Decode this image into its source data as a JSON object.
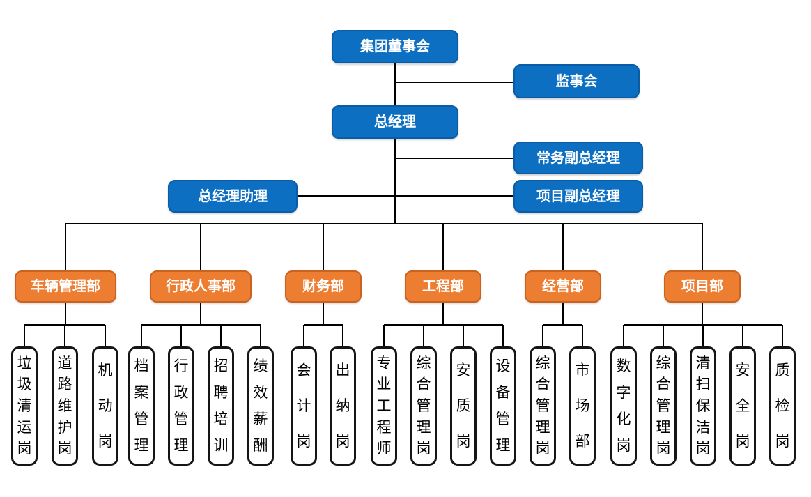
{
  "org": {
    "executive": {
      "board": "集团董事会",
      "supervisory": "监事会",
      "general_manager": "总经理",
      "executive_deputy_gm": "常务副总经理",
      "gm_assistant": "总经理助理",
      "project_deputy_gm": "项目副总经理"
    },
    "departments": [
      {
        "label": "车辆管理部",
        "positions": [
          "垃圾清运岗",
          "道路维护岗",
          "机动岗"
        ]
      },
      {
        "label": "行政人事部",
        "positions": [
          "档案管理",
          "行政管理",
          "招聘培训",
          "绩效薪酬"
        ]
      },
      {
        "label": "财务部",
        "positions": [
          "会计岗",
          "出纳岗"
        ]
      },
      {
        "label": "工程部",
        "positions": [
          "专业工程师",
          "综合管理岗",
          "安质岗",
          "设备管理"
        ]
      },
      {
        "label": "经营部",
        "positions": [
          "综合管理岗",
          "市场部"
        ]
      },
      {
        "label": "项目部",
        "positions": [
          "数字化岗",
          "综合管理岗",
          "清扫保洁岗",
          "安全岗",
          "质检岗"
        ]
      }
    ],
    "colors": {
      "executive_box_fill": "#0d6fc2",
      "executive_box_border": "#0a5ca6",
      "department_box_fill": "#ed7d31",
      "department_box_border": "#c9631f",
      "position_box_border": "#151515",
      "connector": "#000000"
    }
  }
}
